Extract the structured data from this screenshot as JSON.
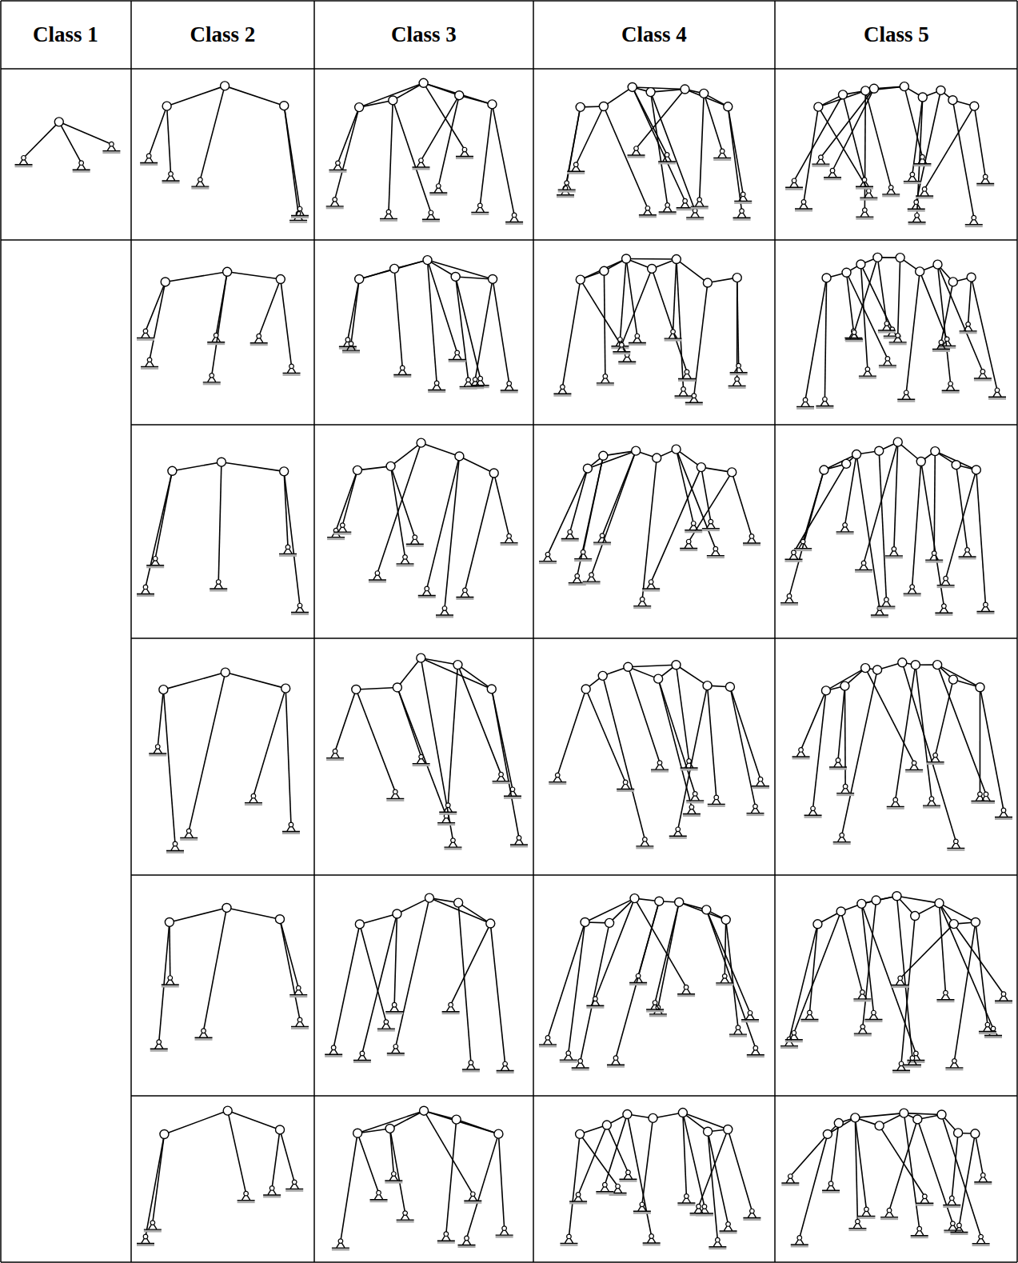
{
  "diagram": {
    "nodes": [
      {
        "text": [
          "Class 1"
        ]
      },
      {
        "text": [
          "Class 2"
        ]
      },
      {
        "text": [
          "Class 3"
        ]
      },
      {
        "text": [
          "Class 4"
        ]
      },
      {
        "text": [
          "Class 5"
        ]
      }
    ]
  }
}
